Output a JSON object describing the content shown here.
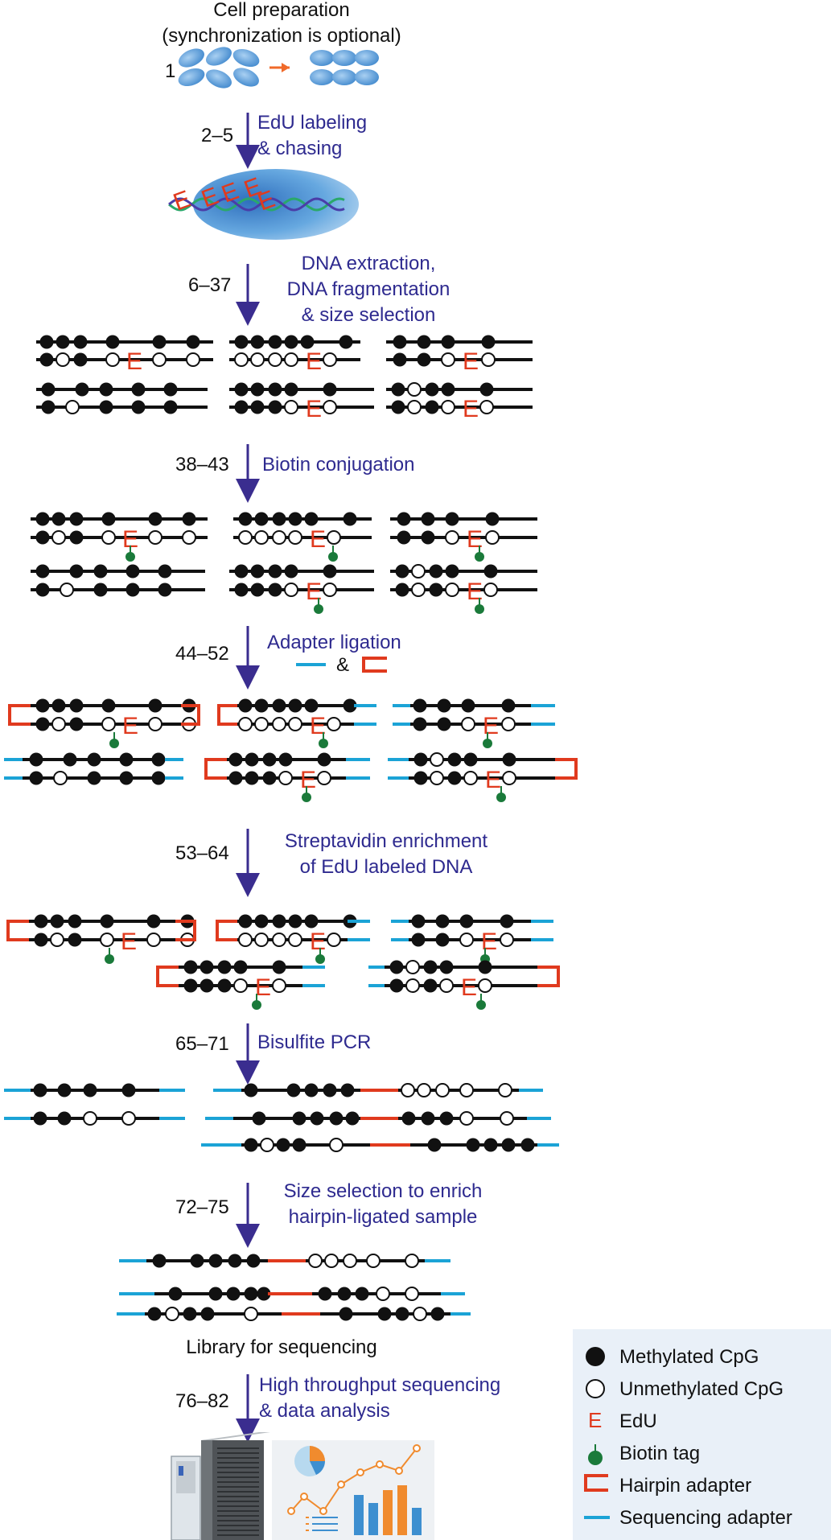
{
  "title_line1": "Cell preparation",
  "title_line2": "(synchronization is optional)",
  "steps": [
    {
      "num": "1"
    },
    {
      "num": "2–5",
      "line1": "EdU labeling",
      "line2": "& chasing"
    },
    {
      "num": "6–37",
      "line1": "DNA extraction,",
      "line2": "DNA fragmentation",
      "line3": "& size selection"
    },
    {
      "num": "38–43",
      "line1": "Biotin conjugation"
    },
    {
      "num": "44–52",
      "line1": "Adapter ligation",
      "amp": "&"
    },
    {
      "num": "53–64",
      "line1": "Streptavidin enrichment",
      "line2": "of EdU labeled DNA"
    },
    {
      "num": "65–71",
      "line1": "Bisulfite PCR"
    },
    {
      "num": "72–75",
      "line1": "Size selection to enrich",
      "line2": "hairpin-ligated sample"
    },
    {
      "num": "76–82",
      "line1": "High throughput sequencing",
      "line2": "& data analysis"
    }
  ],
  "edu_mark": "E",
  "library_label": "Library for sequencing",
  "legend": {
    "items": [
      {
        "key": "methylated",
        "label": "Methylated CpG"
      },
      {
        "key": "unmethylated",
        "label": "Unmethylated CpG"
      },
      {
        "key": "edu",
        "label": "EdU",
        "glyph": "E"
      },
      {
        "key": "biotin",
        "label": "Biotin tag"
      },
      {
        "key": "hairpin",
        "label": "Hairpin adapter"
      },
      {
        "key": "sequencing",
        "label": "Sequencing adapter"
      }
    ]
  },
  "colors": {
    "text_step": "#2e2a8f",
    "edu": "#e03a1e",
    "hairpin": "#e03a1e",
    "sequencing_adapter": "#1ba3d6",
    "biotin": "#1a7a3a",
    "cell": "#3d86cc",
    "legend_bg": "#e9f0f8"
  },
  "icons": [
    "cell-icon",
    "nucleus-dna-icon",
    "server-icon",
    "chart-icon"
  ]
}
